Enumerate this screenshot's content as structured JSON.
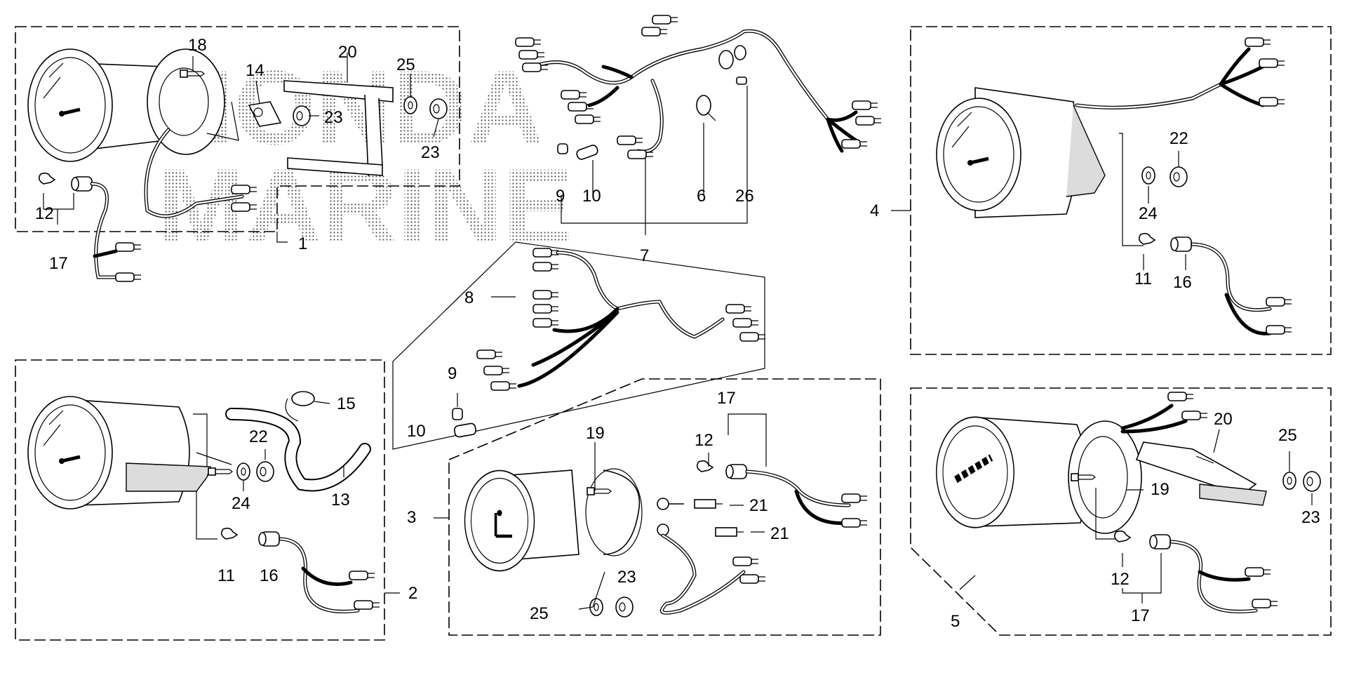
{
  "watermark": {
    "line1": "HONDA",
    "line2": "MARINE"
  },
  "callouts": {
    "n1": "1",
    "n2": "2",
    "n3": "3",
    "n4": "4",
    "n5": "5",
    "n6": "6",
    "n7": "7",
    "n8": "8",
    "n9": "9",
    "n10": "10",
    "n11": "11",
    "n12": "12",
    "n13": "13",
    "n14": "14",
    "n15": "15",
    "n16": "16",
    "n17": "17",
    "n18": "18",
    "n19": "19",
    "n20": "20",
    "n21": "21",
    "n22": "22",
    "n23": "23",
    "n24": "24",
    "n25": "25",
    "n26": "26"
  }
}
